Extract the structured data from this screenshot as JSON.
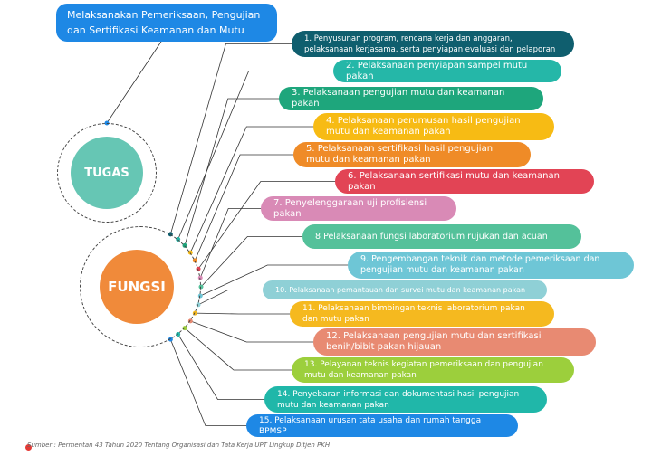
{
  "title": "Melaksanakan Pemeriksaan, Pengujian dan Sertifikasi Keamanan dan Mutu Pakan",
  "tugas_label": "TUGAS",
  "fungsi_label": "FUNGSI",
  "items": [
    {
      "text": "1. Penyusunan program, rencana kerja dan anggaran, pelaksanaan kerjasama, serta penyiapan evaluasi dan pelaporan",
      "color": "#0f5e6e"
    },
    {
      "text": "2. Pelaksanaan penyiapan sampel mutu pakan",
      "color": "#25b7a8"
    },
    {
      "text": "3. Pelaksanaan pengujian mutu dan keamanan pakan",
      "color": "#1ea67c"
    },
    {
      "text": "4. Pelaksanaan perumusan hasil pengujian mutu dan keamanan pakan",
      "color": "#f7bb14"
    },
    {
      "text": "5. Pelaksanaan sertifikasi hasil pengujian mutu dan keamanan pakan",
      "color": "#ef8b27"
    },
    {
      "text": "6. Pelaksanaan sertifikasi mutu dan keamanan pakan",
      "color": "#e24455"
    },
    {
      "text": "7. Penyelenggaraan uji profisiensi pakan",
      "color": "#d98ab6"
    },
    {
      "text": "8 Pelaksanaan fungsi laboratorium rujukan dan acuan",
      "color": "#54c19a"
    },
    {
      "text": "9. Pengembangan teknik dan metode pemeriksaan dan pengujian mutu dan keamanan pakan",
      "color": "#6ec6d6"
    },
    {
      "text": "10. Pelaksanaan pemantauan dan survei mutu dan keamanan pakan",
      "color": "#8fd0d6"
    },
    {
      "text": "11. Pelaksanaan bimbingan teknis laboratorium pakan dan mutu pakan",
      "color": "#f5b91f"
    },
    {
      "text": "12. Pelaksanaan pengujian mutu dan sertifikasi benih/bibit pakan hijauan",
      "color": "#e88a72"
    },
    {
      "text": "13. Pelayanan teknis kegiatan pemeriksaan dan pengujian mutu dan keamanan pakan",
      "color": "#9ccf3c"
    },
    {
      "text": "14. Penyebaran informasi dan dokumentasi hasil pengujian mutu dan keamanan pakan",
      "color": "#20b7a9"
    },
    {
      "text": "15. Pelaksanaan urusan tata usaha dan rumah tangga BPMSP",
      "color": "#1e88e5"
    }
  ],
  "source": "Sumber : Permentan 43 Tahun 2020 Tentang Organisasi dan Tata Kerja UPT Lingkup Ditjen PKH"
}
